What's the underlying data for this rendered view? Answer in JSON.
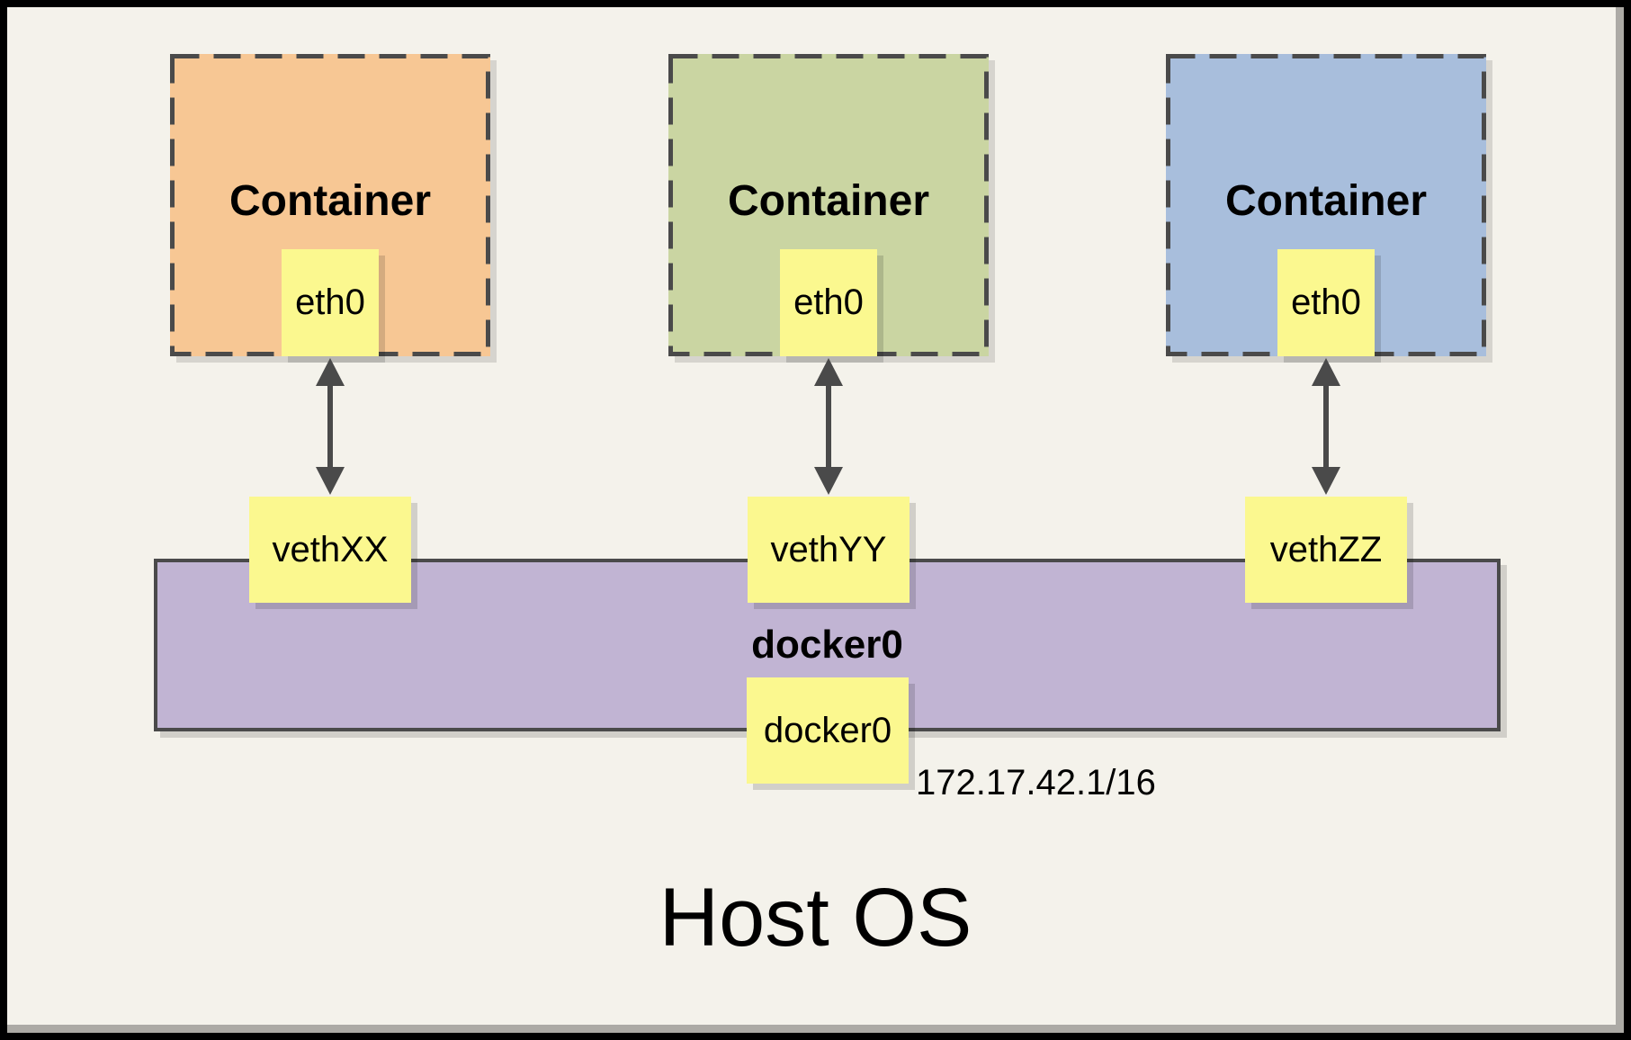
{
  "colors": {
    "background": "#F4F2EB",
    "frame_border": "#000000",
    "box_border": "#4A4A4A",
    "note_fill": "#FBF88F",
    "bridge_fill": "#C1B4D3",
    "arrow": "#4A4A4A",
    "container_orange": "#F7C794",
    "container_green": "#CAD5A2",
    "container_blue": "#A8BEDC"
  },
  "containers": [
    {
      "label": "Container",
      "interface_label": "eth0",
      "veth_label": "vethXX",
      "fill": "#F7C794"
    },
    {
      "label": "Container",
      "interface_label": "eth0",
      "veth_label": "vethYY",
      "fill": "#CAD5A2"
    },
    {
      "label": "Container",
      "interface_label": "eth0",
      "veth_label": "vethZZ",
      "fill": "#A8BEDC"
    }
  ],
  "bridge": {
    "label": "docker0",
    "interface_label": "docker0",
    "ip_address": "172.17.42.1/16"
  },
  "host": {
    "label": "Host OS"
  }
}
